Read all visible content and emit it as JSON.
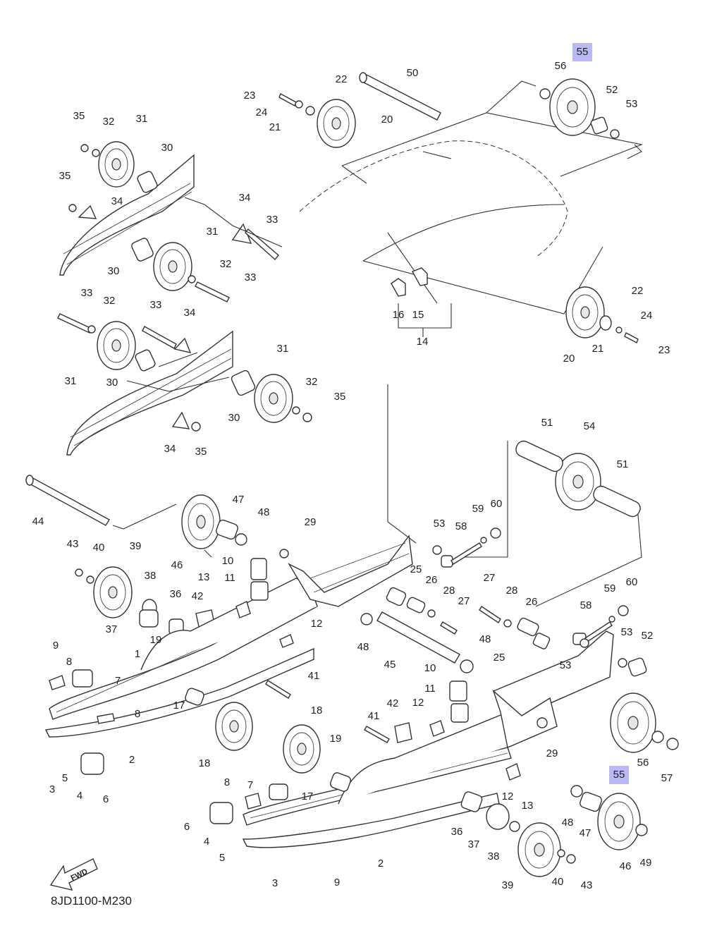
{
  "diagram_code": "8JD1100-M230",
  "fwd_label": "FWD",
  "highlight_color": "#b9b9f3",
  "labels": [
    {
      "id": "55a",
      "text": "55",
      "hl": true
    },
    {
      "id": "56a",
      "text": "56"
    },
    {
      "id": "52a",
      "text": "52"
    },
    {
      "id": "53a",
      "text": "53"
    },
    {
      "id": "50",
      "text": "50"
    },
    {
      "id": "22a",
      "text": "22"
    },
    {
      "id": "23a",
      "text": "23"
    },
    {
      "id": "24a",
      "text": "24"
    },
    {
      "id": "21a",
      "text": "21"
    },
    {
      "id": "20a",
      "text": "20"
    },
    {
      "id": "35a",
      "text": "35"
    },
    {
      "id": "32a",
      "text": "32"
    },
    {
      "id": "31a",
      "text": "31"
    },
    {
      "id": "30a",
      "text": "30"
    },
    {
      "id": "35b",
      "text": "35"
    },
    {
      "id": "34a",
      "text": "34"
    },
    {
      "id": "34b",
      "text": "34"
    },
    {
      "id": "33a",
      "text": "33"
    },
    {
      "id": "31b",
      "text": "31"
    },
    {
      "id": "30b",
      "text": "30"
    },
    {
      "id": "32b",
      "text": "32"
    },
    {
      "id": "33b",
      "text": "33"
    },
    {
      "id": "33c",
      "text": "33"
    },
    {
      "id": "32c",
      "text": "32"
    },
    {
      "id": "33d",
      "text": "33"
    },
    {
      "id": "34c",
      "text": "34"
    },
    {
      "id": "31c",
      "text": "31"
    },
    {
      "id": "30c",
      "text": "30"
    },
    {
      "id": "31d",
      "text": "31"
    },
    {
      "id": "32d",
      "text": "32"
    },
    {
      "id": "35c",
      "text": "35"
    },
    {
      "id": "30d",
      "text": "30"
    },
    {
      "id": "34d",
      "text": "34"
    },
    {
      "id": "35d",
      "text": "35"
    },
    {
      "id": "16",
      "text": "16"
    },
    {
      "id": "15",
      "text": "15"
    },
    {
      "id": "14",
      "text": "14"
    },
    {
      "id": "22b",
      "text": "22"
    },
    {
      "id": "24b",
      "text": "24"
    },
    {
      "id": "20b",
      "text": "20"
    },
    {
      "id": "21b",
      "text": "21"
    },
    {
      "id": "23b",
      "text": "23"
    },
    {
      "id": "51a",
      "text": "51"
    },
    {
      "id": "54",
      "text": "54"
    },
    {
      "id": "51b",
      "text": "51"
    },
    {
      "id": "44",
      "text": "44"
    },
    {
      "id": "47a",
      "text": "47"
    },
    {
      "id": "48a",
      "text": "48"
    },
    {
      "id": "29a",
      "text": "29"
    },
    {
      "id": "43a",
      "text": "43"
    },
    {
      "id": "40a",
      "text": "40"
    },
    {
      "id": "39a",
      "text": "39"
    },
    {
      "id": "46a",
      "text": "46"
    },
    {
      "id": "10a",
      "text": "10"
    },
    {
      "id": "11a",
      "text": "11"
    },
    {
      "id": "53b",
      "text": "53"
    },
    {
      "id": "58a",
      "text": "58"
    },
    {
      "id": "59a",
      "text": "59"
    },
    {
      "id": "60a",
      "text": "60"
    },
    {
      "id": "38a",
      "text": "38"
    },
    {
      "id": "36a",
      "text": "36"
    },
    {
      "id": "42a",
      "text": "42"
    },
    {
      "id": "13a",
      "text": "13"
    },
    {
      "id": "37a",
      "text": "37"
    },
    {
      "id": "25a",
      "text": "25"
    },
    {
      "id": "26a",
      "text": "26"
    },
    {
      "id": "28a",
      "text": "28"
    },
    {
      "id": "27a",
      "text": "27"
    },
    {
      "id": "27b",
      "text": "27"
    },
    {
      "id": "28b",
      "text": "28"
    },
    {
      "id": "26b",
      "text": "26"
    },
    {
      "id": "59b",
      "text": "59"
    },
    {
      "id": "60b",
      "text": "60"
    },
    {
      "id": "58b",
      "text": "58"
    },
    {
      "id": "19a",
      "text": "19"
    },
    {
      "id": "12a",
      "text": "12"
    },
    {
      "id": "48b",
      "text": "48"
    },
    {
      "id": "48c",
      "text": "48"
    },
    {
      "id": "53c",
      "text": "53"
    },
    {
      "id": "52b",
      "text": "52"
    },
    {
      "id": "53d",
      "text": "53"
    },
    {
      "id": "9a",
      "text": "9"
    },
    {
      "id": "1",
      "text": "1"
    },
    {
      "id": "8a",
      "text": "8"
    },
    {
      "id": "7a",
      "text": "7"
    },
    {
      "id": "45",
      "text": "45"
    },
    {
      "id": "25b",
      "text": "25"
    },
    {
      "id": "10b",
      "text": "10"
    },
    {
      "id": "41a",
      "text": "41"
    },
    {
      "id": "11b",
      "text": "11"
    },
    {
      "id": "8b",
      "text": "8"
    },
    {
      "id": "17a",
      "text": "17"
    },
    {
      "id": "18a",
      "text": "18"
    },
    {
      "id": "42b",
      "text": "42"
    },
    {
      "id": "12b",
      "text": "12"
    },
    {
      "id": "41b",
      "text": "41"
    },
    {
      "id": "18b",
      "text": "18"
    },
    {
      "id": "19b",
      "text": "19"
    },
    {
      "id": "2a",
      "text": "2"
    },
    {
      "id": "3a",
      "text": "3"
    },
    {
      "id": "5a",
      "text": "5"
    },
    {
      "id": "4a",
      "text": "4"
    },
    {
      "id": "6a",
      "text": "6"
    },
    {
      "id": "29b",
      "text": "29"
    },
    {
      "id": "56b",
      "text": "56"
    },
    {
      "id": "57",
      "text": "57"
    },
    {
      "id": "55b",
      "text": "55",
      "hl": true
    },
    {
      "id": "8c",
      "text": "8"
    },
    {
      "id": "7b",
      "text": "7"
    },
    {
      "id": "17b",
      "text": "17"
    },
    {
      "id": "6b",
      "text": "6"
    },
    {
      "id": "4b",
      "text": "4"
    },
    {
      "id": "5b",
      "text": "5"
    },
    {
      "id": "12c",
      "text": "12"
    },
    {
      "id": "13b",
      "text": "13"
    },
    {
      "id": "36b",
      "text": "36"
    },
    {
      "id": "37b",
      "text": "37"
    },
    {
      "id": "38b",
      "text": "38"
    },
    {
      "id": "48d",
      "text": "48"
    },
    {
      "id": "47b",
      "text": "47"
    },
    {
      "id": "46b",
      "text": "46"
    },
    {
      "id": "49",
      "text": "49"
    },
    {
      "id": "39b",
      "text": "39"
    },
    {
      "id": "40b",
      "text": "40"
    },
    {
      "id": "43b",
      "text": "43"
    },
    {
      "id": "2b",
      "text": "2"
    },
    {
      "id": "9b",
      "text": "9"
    },
    {
      "id": "3b",
      "text": "3"
    }
  ]
}
